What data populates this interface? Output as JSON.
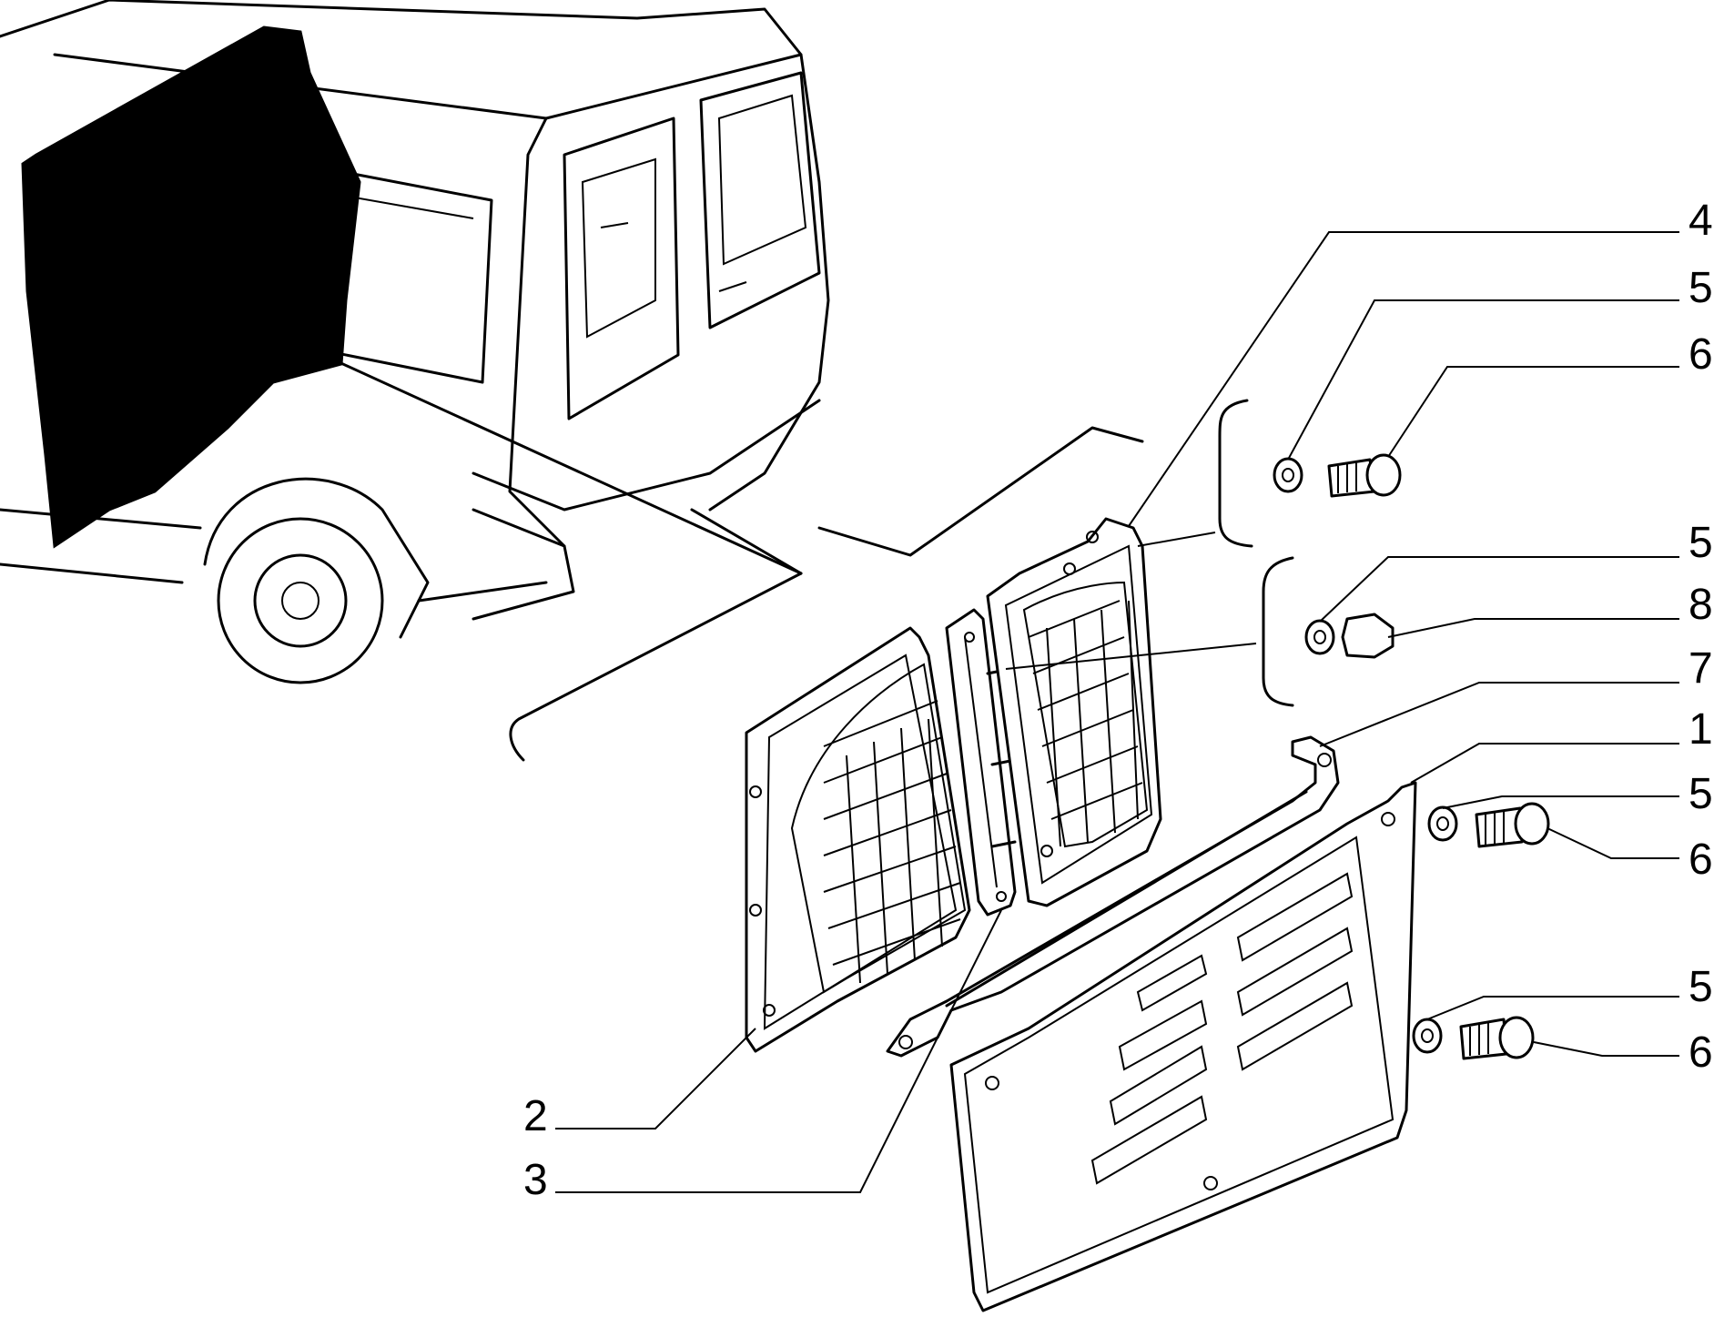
{
  "callouts": [
    {
      "id": "c4a",
      "text": "4"
    },
    {
      "id": "c5a",
      "text": "5"
    },
    {
      "id": "c6a",
      "text": "6"
    },
    {
      "id": "c5b",
      "text": "5"
    },
    {
      "id": "c8",
      "text": "8"
    },
    {
      "id": "c7",
      "text": "7"
    },
    {
      "id": "c1",
      "text": "1"
    },
    {
      "id": "c5c",
      "text": "5"
    },
    {
      "id": "c6b",
      "text": "6"
    },
    {
      "id": "c5d",
      "text": "5"
    },
    {
      "id": "c6c",
      "text": "6"
    },
    {
      "id": "c2",
      "text": "2"
    },
    {
      "id": "c3",
      "text": "3"
    }
  ]
}
